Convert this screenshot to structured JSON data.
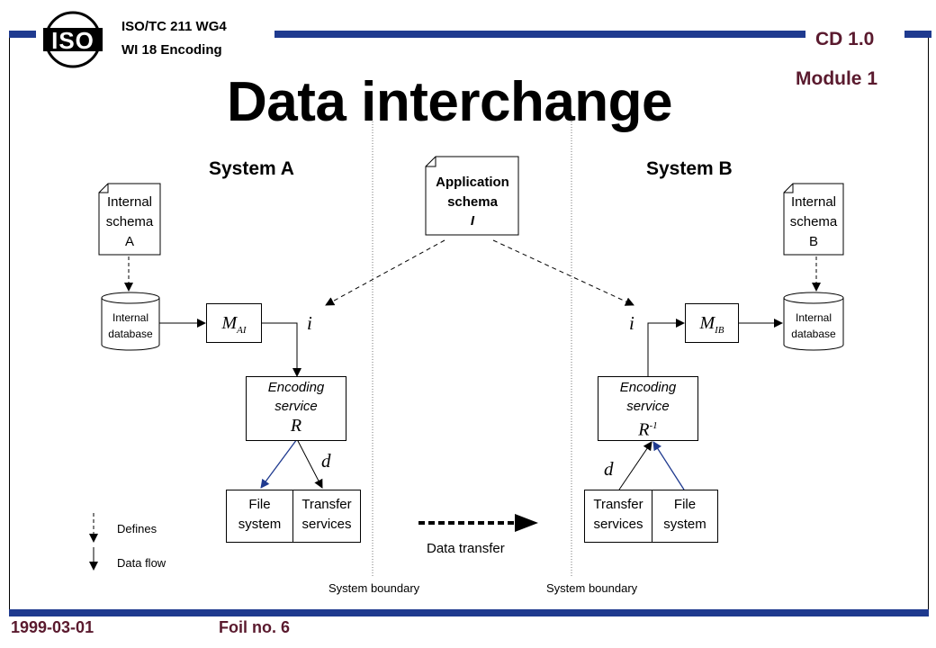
{
  "header": {
    "org_line1": "ISO/TC 211 WG4",
    "org_line2": "WI 18 Encoding",
    "version": "CD 1.0",
    "module": "Module 1",
    "logo_text": "ISO"
  },
  "title": "Data interchange",
  "system_a": {
    "label": "System A",
    "internal_schema": [
      "Internal",
      "schema",
      "A"
    ],
    "internal_database": [
      "Internal",
      "database"
    ],
    "mapping": "M",
    "mapping_sub": "AI",
    "i_label": "i",
    "encoding_service": [
      "Encoding",
      "service"
    ],
    "encoding_symbol": "R",
    "d_label": "d",
    "file_system": [
      "File",
      "system"
    ],
    "transfer_services": [
      "Transfer",
      "services"
    ]
  },
  "application_schema": [
    "Application",
    "schema",
    "I"
  ],
  "system_b": {
    "label": "System B",
    "internal_schema": [
      "Internal",
      "schema",
      "B"
    ],
    "internal_database": [
      "Internal",
      "database"
    ],
    "mapping": "M",
    "mapping_sub": "IB",
    "i_label": "i",
    "encoding_service": [
      "Encoding",
      "service"
    ],
    "encoding_symbol": "R",
    "encoding_sup": "-1",
    "d_label": "d",
    "file_system": [
      "File",
      "system"
    ],
    "transfer_services": [
      "Transfer",
      "services"
    ]
  },
  "legend": {
    "defines": "Defines",
    "data_flow": "Data flow",
    "data_transfer": "Data transfer"
  },
  "boundaries": {
    "left": "System boundary",
    "right": "System boundary"
  },
  "footer": {
    "date": "1999-03-01",
    "foil": "Foil no. 6"
  },
  "colors": {
    "bar_blue": "#1f3a8f",
    "maroon": "#5a1a2e",
    "flow_blue": "#1f3a8f"
  }
}
